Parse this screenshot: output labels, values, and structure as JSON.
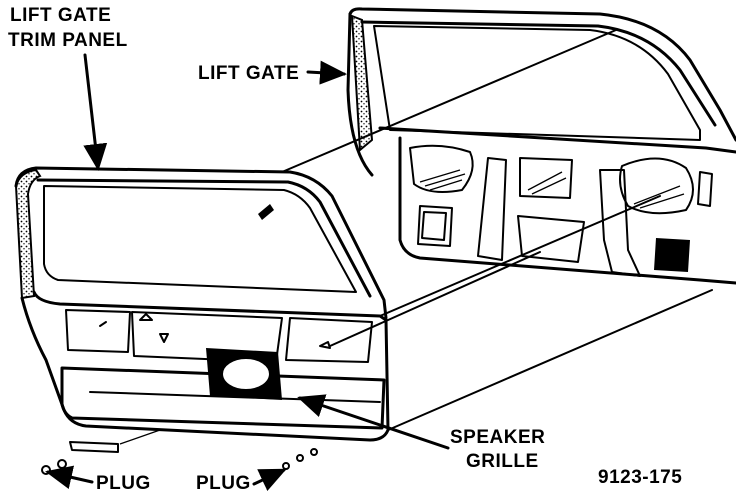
{
  "labels": {
    "trim_panel_line1": "LIFT GATE",
    "trim_panel_line2": "TRIM PANEL",
    "lift_gate": "LIFT GATE",
    "speaker_line1": "SPEAKER",
    "speaker_line2": "GRILLE",
    "plug_left": "PLUG",
    "plug_right": "PLUG",
    "figure_id": "9123-175"
  }
}
